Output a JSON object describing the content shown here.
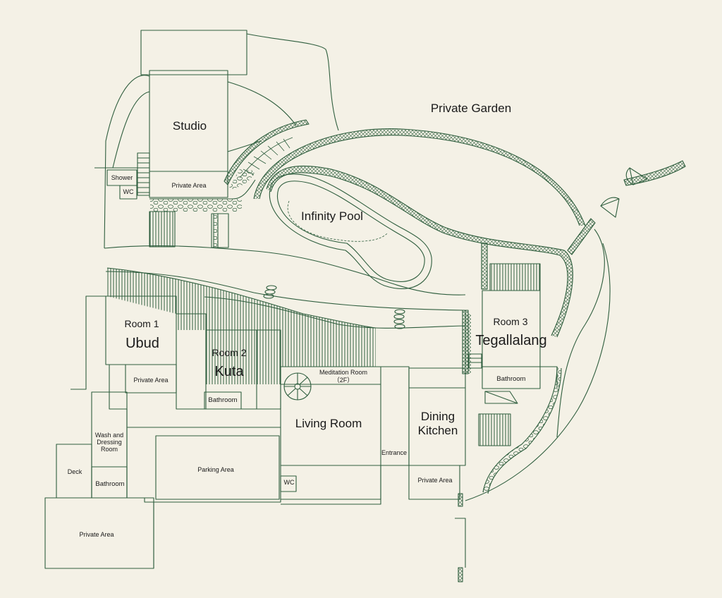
{
  "colors": {
    "background": "#f4f1e6",
    "line": "#2f5e3e",
    "text": "#1a1a1a"
  },
  "labels": {
    "private_garden": "Private Garden",
    "studio": "Studio",
    "shower": "Shower",
    "wc_studio": "WC",
    "private_area_studio": "Private Area",
    "infinity_pool": "Infinity Pool",
    "room1_title": "Room 1",
    "room1_name": "Ubud",
    "private_area_room1": "Private Area",
    "room2_title": "Room 2",
    "room2_name": "Kuta",
    "bathroom_room2": "Bathroom",
    "meditation_room": "Meditation Room",
    "meditation_floor": "（2F）",
    "living_room": "Living Room",
    "dining_line1": "Dining",
    "dining_line2": "Kitchen",
    "entrance": "Entrance",
    "private_area_dining": "Private Area",
    "wc_living": "WC",
    "room3_title": "Room 3",
    "room3_name": "Tegallalang",
    "bathroom_room3": "Bathroom",
    "wash_line1": "Wash and",
    "wash_line2": "Dressing",
    "wash_line3": "Room",
    "deck": "Deck",
    "bathroom_wash": "Bathroom",
    "parking_area": "Parking Area",
    "private_area_bottom": "Private Area"
  }
}
